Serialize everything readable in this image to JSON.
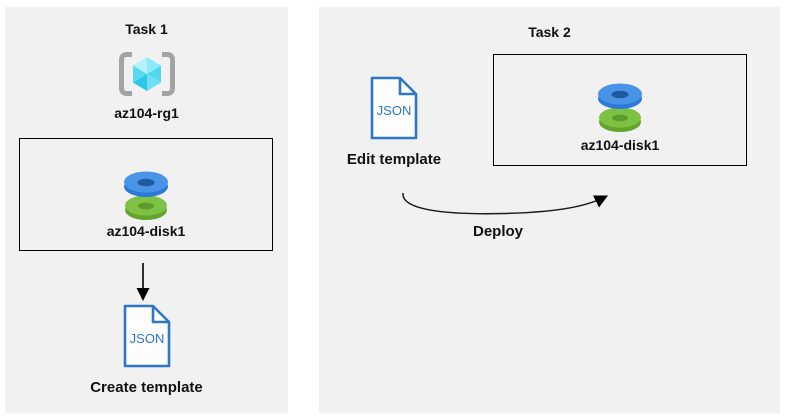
{
  "task1": {
    "title": "Task 1",
    "resource_group_name": "az104-rg1",
    "disk_name": "az104-disk1",
    "action_label": "Create template"
  },
  "task2": {
    "title": "Task 2",
    "action_label": "Edit template",
    "disk_name": "az104-disk1",
    "arrow_label": "Deploy"
  },
  "json_icon": {
    "text": "JSON"
  },
  "icons": [
    "resource-group-icon",
    "managed-disk-icon",
    "json-file-icon",
    "down-arrow-icon",
    "deploy-curved-arrow-icon"
  ],
  "colors": {
    "panel_bg": "#f1f1f1",
    "box_border": "#000000",
    "json_blue": "#2e77c5",
    "disk_blue_face": "#4a94e8",
    "disk_blue_side": "#2b79d8",
    "disk_blue_hole": "#1d5a9e",
    "disk_green_face": "#7dc243",
    "disk_green_side": "#63a52c",
    "disk_green_hole": "#5d9b2b",
    "bracket_gray": "#a3a3a3",
    "cube_cyan": "#45cfee",
    "arrow_black": "#000000",
    "label_color": "#111111"
  }
}
